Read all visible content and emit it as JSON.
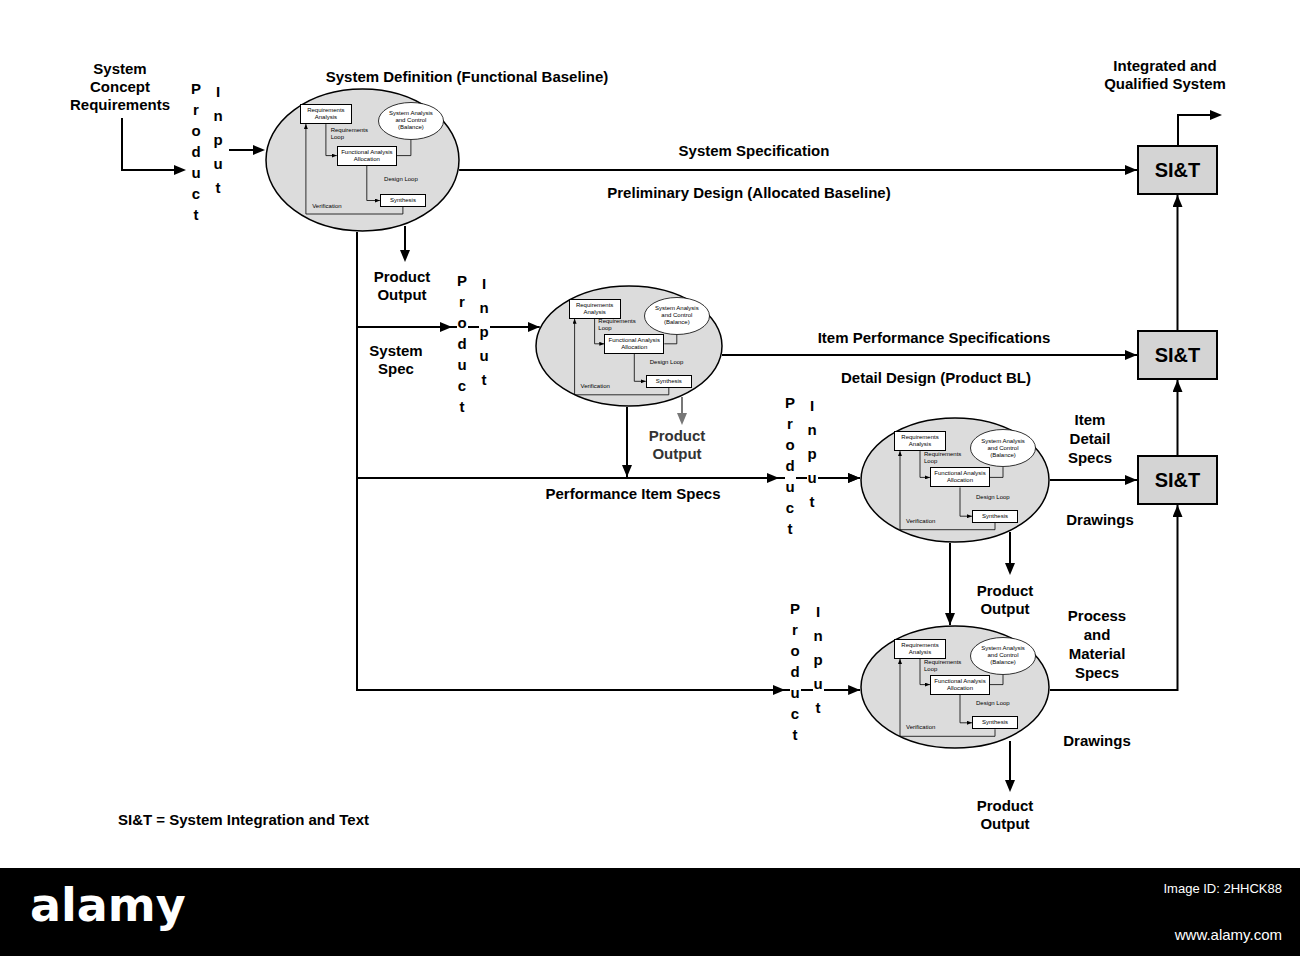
{
  "diagram": {
    "nodes": [
      {
        "text": [
          "System Definition (Functional Baseline)",
          "Requirements Loop",
          "Design Loop",
          "Verification"
        ]
      },
      {
        "text": [
          "Requirements Analysis"
        ],
        "in": 0
      },
      {
        "text": [
          "System Analysis and Control (Balance)"
        ],
        "in": 0
      },
      {
        "text": [
          "Functional Analysis Allocation"
        ],
        "in": 0
      },
      {
        "text": [
          "Synthesis"
        ],
        "in": 0
      },
      {
        "text": [
          "SI&T"
        ]
      },
      {
        "text": [
          "Requirements Loop",
          "Design Loop",
          "Verification"
        ]
      },
      {
        "text": [
          "Requirements Analysis"
        ],
        "in": 6
      },
      {
        "text": [
          "System Analysis and Control (Balance)"
        ],
        "in": 6
      },
      {
        "text": [
          "Functional Analysis Allocation"
        ],
        "in": 6
      },
      {
        "text": [
          "Synthesis"
        ],
        "in": 6
      },
      {
        "text": [
          "SI&T"
        ]
      },
      {
        "text": [
          "Requirements Loop",
          "Design Loop",
          "Verification"
        ]
      },
      {
        "text": [
          "Requirements Analysis"
        ],
        "in": 12
      },
      {
        "text": [
          "System Analysis and Control (Balance)"
        ],
        "in": 12
      },
      {
        "text": [
          "Functional Analysis Allocation"
        ],
        "in": 12
      },
      {
        "text": [
          "Synthesis"
        ],
        "in": 12
      },
      {
        "text": [
          "SI&T"
        ]
      },
      {
        "text": [
          "Requirements Loop",
          "Design Loop",
          "Verification"
        ]
      },
      {
        "text": [
          "Requirements Analysis"
        ],
        "in": 18
      },
      {
        "text": [
          "System Analysis and Control (Balance)"
        ],
        "in": 18
      },
      {
        "text": [
          "Functional Analysis Allocation"
        ],
        "in": 18
      },
      {
        "text": [
          "Synthesis"
        ],
        "in": 18
      }
    ],
    "edges": [
      {
        "from": 0,
        "to": 5,
        "arrow": "to",
        "label": "System Specification"
      },
      {
        "from": 0,
        "to": 6,
        "arrow": "to",
        "label": "System Spec"
      },
      {
        "from": 0,
        "to": 12,
        "arrow": "to"
      },
      {
        "from": 0,
        "to": 18,
        "arrow": "to"
      },
      {
        "from": 6,
        "to": 11,
        "arrow": "to",
        "label": "Item Performance Specifications"
      },
      {
        "from": 6,
        "to": 12,
        "arrow": "to",
        "label": "Performance Item Specs"
      },
      {
        "from": 12,
        "to": 17,
        "arrow": "to",
        "label": "Item Detail Specs"
      },
      {
        "from": 12,
        "to": 18,
        "arrow": "to"
      },
      {
        "from": 18,
        "to": 17,
        "arrow": "to",
        "label": "Process and Material Specs"
      },
      {
        "from": 17,
        "to": 11,
        "arrow": "to"
      },
      {
        "from": 11,
        "to": 5,
        "arrow": "to"
      },
      {
        "from": 1,
        "to": 3,
        "arrow": "to"
      },
      {
        "from": 3,
        "to": 4,
        "arrow": "to"
      },
      {
        "from": 4,
        "to": 1,
        "arrow": "to"
      },
      {
        "from": 2,
        "to": 3,
        "arrow": "none"
      },
      {
        "from": 7,
        "to": 9,
        "arrow": "to"
      },
      {
        "from": 9,
        "to": 10,
        "arrow": "to"
      },
      {
        "from": 10,
        "to": 7,
        "arrow": "to"
      },
      {
        "from": 8,
        "to": 9,
        "arrow": "none"
      },
      {
        "from": 13,
        "to": 15,
        "arrow": "to"
      },
      {
        "from": 15,
        "to": 16,
        "arrow": "to"
      },
      {
        "from": 16,
        "to": 13,
        "arrow": "to"
      },
      {
        "from": 14,
        "to": 15,
        "arrow": "none"
      },
      {
        "from": 19,
        "to": 21,
        "arrow": "to"
      },
      {
        "from": 21,
        "to": 22,
        "arrow": "to"
      },
      {
        "from": 22,
        "to": 19,
        "arrow": "to"
      },
      {
        "from": 20,
        "to": 21,
        "arrow": "none"
      }
    ],
    "labels": [
      "System Concept Requirements",
      "Product",
      "Input",
      "Preliminary Design (Allocated Baseline)",
      "Product Output",
      "Product",
      "Input",
      "Detail Design (Product BL)",
      "Product Output",
      "Product",
      "Input",
      "Drawings",
      "Product Output",
      "Product",
      "Input",
      "Drawings",
      "Product Output",
      "SI&T = System Integration and Text",
      "Integrated and Qualified System",
      "alamy",
      "Image ID: 2HHCK88",
      "www.alamy.com"
    ]
  }
}
